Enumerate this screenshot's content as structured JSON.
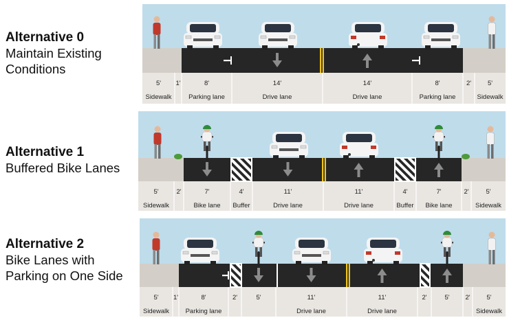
{
  "alternatives": [
    {
      "title": "Alternative 0",
      "description_lines": [
        "Maintain Existing",
        "Conditions"
      ],
      "segments": [
        {
          "type": "sidewalk",
          "width": "5'",
          "label": "Sidewalk"
        },
        {
          "type": "gap",
          "width": "1'",
          "label": ""
        },
        {
          "type": "parking",
          "width": "8'",
          "label": "Parking lane"
        },
        {
          "type": "drive",
          "width": "14'",
          "label": "Drive lane",
          "dir": "down"
        },
        {
          "type": "drive",
          "width": "14'",
          "label": "Drive lane",
          "dir": "up"
        },
        {
          "type": "parking",
          "width": "8'",
          "label": "Parking lane"
        },
        {
          "type": "gap",
          "width": "2'",
          "label": ""
        },
        {
          "type": "sidewalk",
          "width": "5'",
          "label": "Sidewalk"
        }
      ]
    },
    {
      "title": "Alternative 1",
      "description_lines": [
        "Buffered Bike Lanes"
      ],
      "segments": [
        {
          "type": "sidewalk",
          "width": "5'",
          "label": "Sidewalk"
        },
        {
          "type": "gap",
          "width": "2'",
          "label": ""
        },
        {
          "type": "bike",
          "width": "7'",
          "label": "Bike lane",
          "dir": "down"
        },
        {
          "type": "buffer",
          "width": "4'",
          "label": "Buffer"
        },
        {
          "type": "drive",
          "width": "11'",
          "label": "Drive lane",
          "dir": "down"
        },
        {
          "type": "drive",
          "width": "11'",
          "label": "Drive lane",
          "dir": "up"
        },
        {
          "type": "buffer",
          "width": "4'",
          "label": "Buffer"
        },
        {
          "type": "bike",
          "width": "7'",
          "label": "Bike lane",
          "dir": "up"
        },
        {
          "type": "gap",
          "width": "2'",
          "label": ""
        },
        {
          "type": "sidewalk",
          "width": "5'",
          "label": "Sidewalk"
        }
      ]
    },
    {
      "title": "Alternative 2",
      "description_lines": [
        "Bike Lanes with",
        "Parking on One Side"
      ],
      "segments": [
        {
          "type": "sidewalk",
          "width": "5'",
          "label": "Sidewalk"
        },
        {
          "type": "gap",
          "width": "1'",
          "label": ""
        },
        {
          "type": "parking",
          "width": "8'",
          "label": "Parking lane"
        },
        {
          "type": "gap",
          "width": "2'",
          "label": ""
        },
        {
          "type": "bike",
          "width": "5'",
          "label": "",
          "dir": "down"
        },
        {
          "type": "drive",
          "width": "11'",
          "label": "Drive lane",
          "dir": "down"
        },
        {
          "type": "drive",
          "width": "11'",
          "label": "Drive lane",
          "dir": "up"
        },
        {
          "type": "gap",
          "width": "2'",
          "label": ""
        },
        {
          "type": "bike",
          "width": "5'",
          "label": "",
          "dir": "up"
        },
        {
          "type": "gap",
          "width": "2'",
          "label": ""
        },
        {
          "type": "sidewalk",
          "width": "5'",
          "label": "Sidewalk"
        }
      ]
    }
  ],
  "colors": {
    "sky": "#bfdceb",
    "pavement": "#262626",
    "sidewalk": "#d3cfc8",
    "label_panel": "#e9e6e1",
    "center_line": "#f0c419",
    "car": "#f4f4f4",
    "car_window": "#2b3440",
    "pedestrian_shirt": "#c0392b",
    "helmet": "#2e8b3a",
    "grass": "#4d9a3a"
  }
}
